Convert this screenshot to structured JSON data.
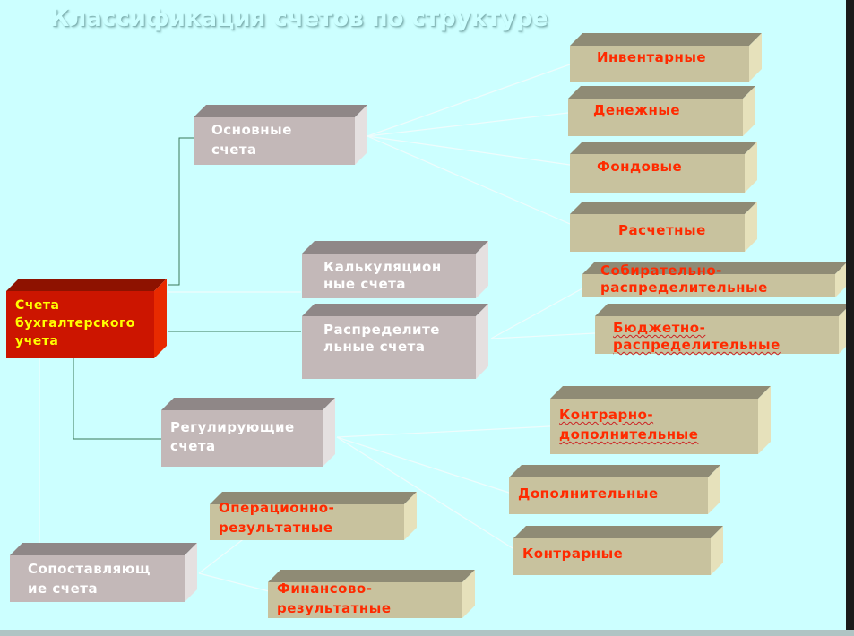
{
  "slide": {
    "title": "Классификация счетов по структуре"
  },
  "nodes": {
    "root": "Счета\nбухгалтерского\nучета",
    "basic": "Основные\nсчета",
    "costing": "Калькуляцион\nные счета",
    "distributive": "Распределите\nльные счета",
    "regulating": "Регулирующие\nсчета",
    "comparative": "Сопоставляющ\nие счета",
    "inventory": "Инвентарные",
    "monetary": "Денежные",
    "fund": "Фондовые",
    "settlement": "Расчетные",
    "collective_distributive": "Собирательно-\nраспределительные",
    "budget_distributive": "Бюджетно-\nраспределительные",
    "contra_additional": "Контрарно-\nдополнительные",
    "additional": "Дополнительные",
    "contra": "Контрарные",
    "operating_result": "Операционно-\nрезультатные",
    "financial_result": "Финансово-\nрезультатные"
  },
  "colors": {
    "background": "#ccffff",
    "root_fill": "#cc1500",
    "root_text": "#ffff00",
    "category_fill": "#c3b8b8",
    "category_text": "#ffffff",
    "leaf_fill": "#c8c29e",
    "leaf_text": "#ff2a00",
    "connector": "#3a7a5a"
  }
}
